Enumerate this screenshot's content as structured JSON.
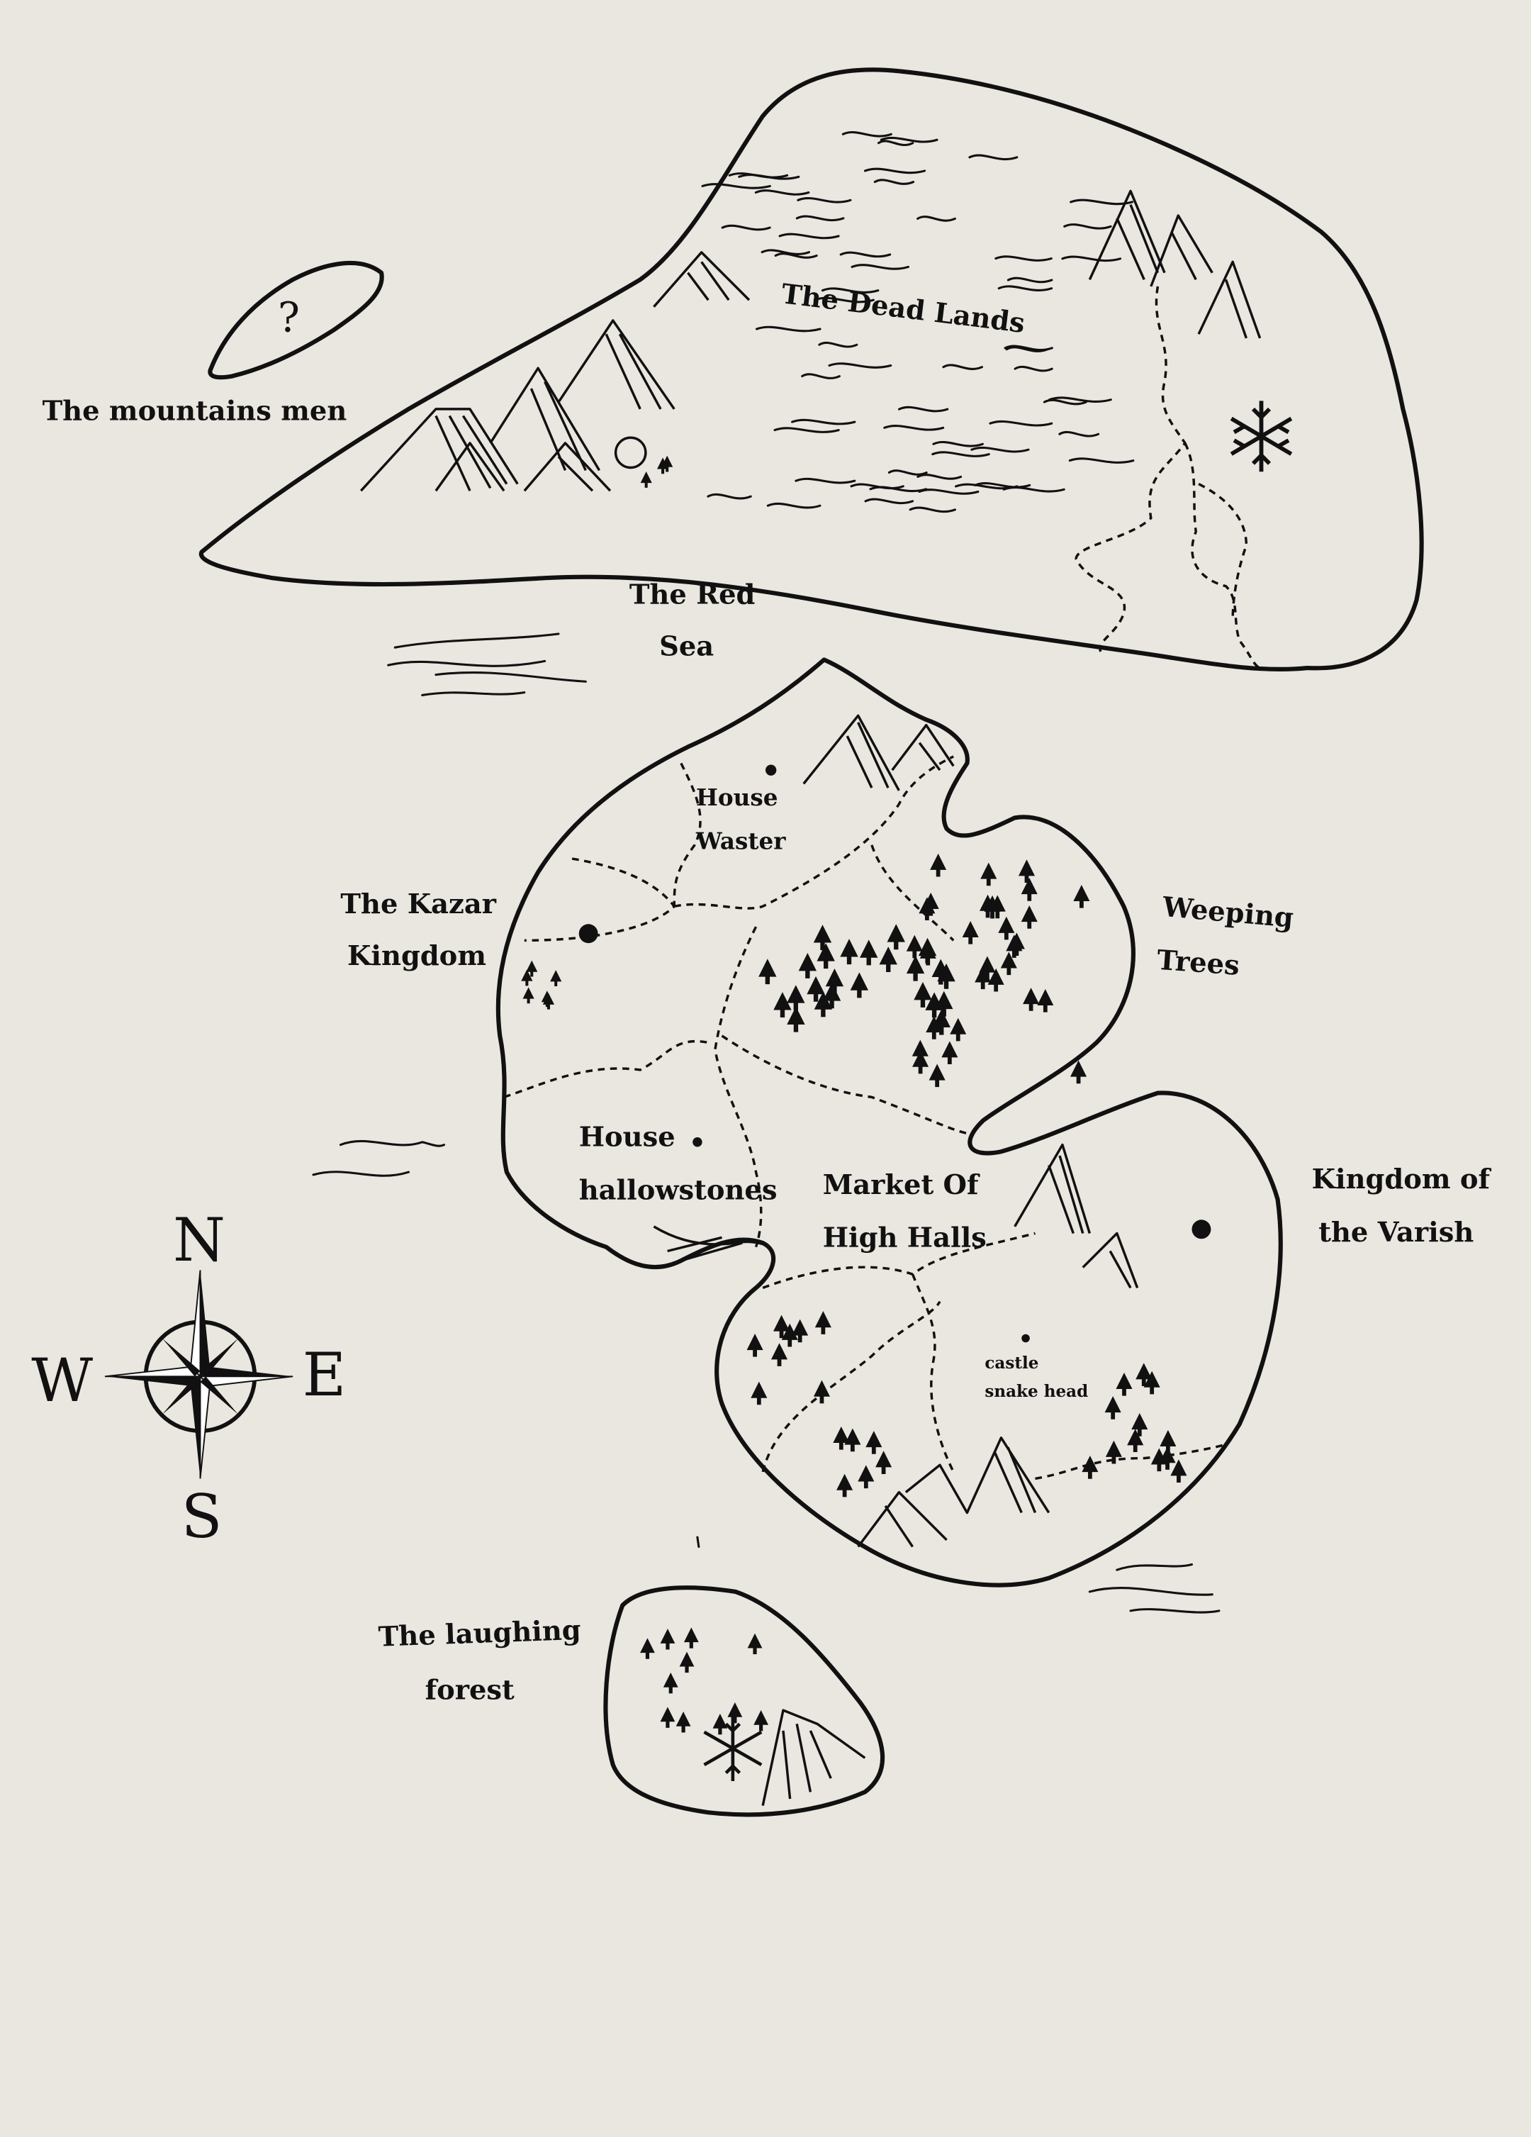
{
  "map": {
    "colors": {
      "paper": "#eae6e0",
      "ink": "#111111"
    },
    "labels": {
      "mountain_men": "The mountains men",
      "unknown_island": "?",
      "dead_lands": "The Dead Lands",
      "red_sea_1": "The Red",
      "red_sea_2": "Sea",
      "house_waster_1": "House",
      "house_waster_2": "Waster",
      "kazar_1": "The Kazar",
      "kazar_2": "Kingdom",
      "weeping_1": "Weeping",
      "weeping_2": "Trees",
      "hallow_1": "House",
      "hallow_2": "hallowstones",
      "market_1": "Market Of",
      "market_2": "High Halls",
      "varish_1": "Kingdom of",
      "varish_2": "the Varish",
      "castle_1": "castle",
      "castle_2": "snake head",
      "laughing_1": "The laughing",
      "laughing_2": "forest"
    },
    "compass": {
      "n": "N",
      "s": "S",
      "e": "E",
      "w": "W"
    },
    "icons": [
      "snowflake-icon",
      "compass-rose-icon",
      "mountain-icon",
      "tree-icon",
      "settlement-dot-icon"
    ]
  }
}
